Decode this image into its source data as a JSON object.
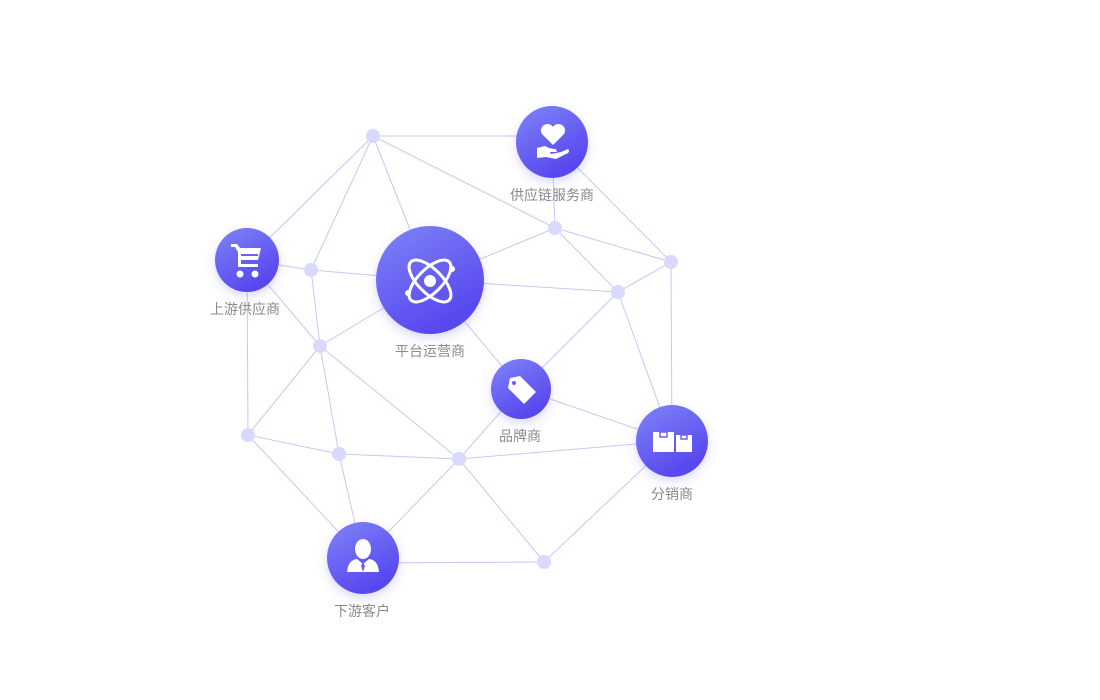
{
  "diagram": {
    "colors": {
      "node_gradient_start": "#7f84f8",
      "node_gradient_end": "#5646ee",
      "edge": "#c9c6f6",
      "dot": "#d8d9fb",
      "label": "#8a8a8a",
      "icon": "#ffffff"
    },
    "nodes": [
      {
        "id": "platform",
        "label": "平台运营商",
        "icon": "atom-icon"
      },
      {
        "id": "supply_chain_services",
        "label": "供应链服务商",
        "icon": "heart-hand-icon"
      },
      {
        "id": "upstream_supplier",
        "label": "上游供应商",
        "icon": "shopping-cart-icon"
      },
      {
        "id": "brand",
        "label": "品牌商",
        "icon": "price-tag-icon"
      },
      {
        "id": "distributor",
        "label": "分销商",
        "icon": "boxes-icon"
      },
      {
        "id": "downstream_customer",
        "label": "下游客户",
        "icon": "person-icon"
      }
    ]
  }
}
